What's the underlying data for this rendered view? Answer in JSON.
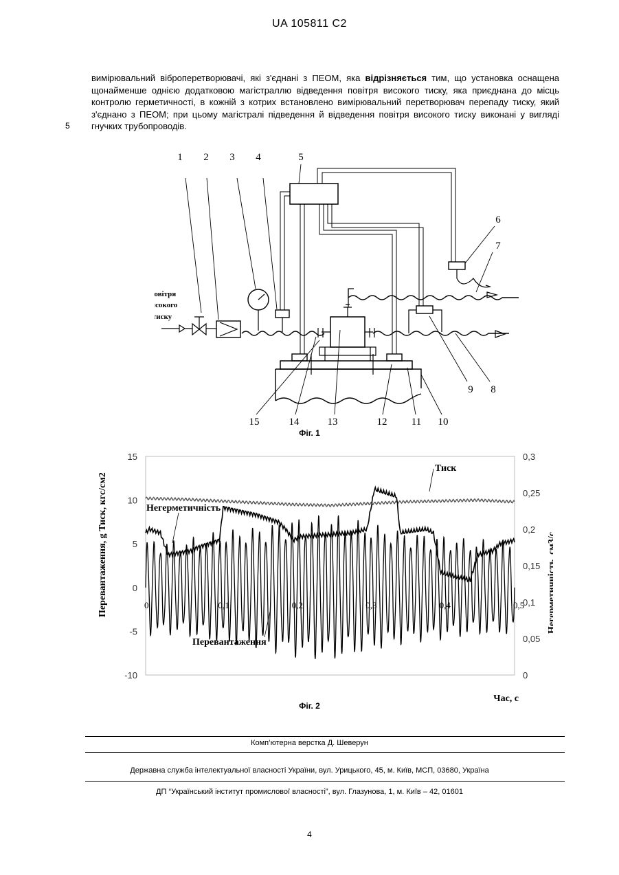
{
  "header": {
    "doc_id": "UA   105811   C2"
  },
  "body": {
    "line_number": "5",
    "para_before": "вимірювальний віброперетворювачі, які з'єднані з ПЕОМ, яка ",
    "para_bold": "відрізняється",
    "para_after": " тим, що установка оснащена щонайменше однією додатковою магістраллю відведення повітря високого тиску, яка приєднана до місць контролю герметичності, в кожній з котрих встановлено вимірювальний перетворювач перепаду тиску, який з'єднано з ПЕОМ; при цьому магістралі підведення й відведення повітря високого тиску виконані у вигляді гнучких трубопроводів."
  },
  "figure1": {
    "caption": "Фіг. 1",
    "label_air": [
      "Повітря",
      "високого",
      "тиску"
    ],
    "part_labels": [
      "1",
      "2",
      "3",
      "4",
      "5",
      "6",
      "7",
      "8",
      "9",
      "10",
      "11",
      "12",
      "13",
      "14",
      "15"
    ]
  },
  "figure2": {
    "caption": "Фіг. 2"
  },
  "chart_data": {
    "type": "line",
    "title": "",
    "xlabel": "Час, с",
    "ylabel_left": "Перевантаження, g Тиск, кгс/см2",
    "ylabel_right": "Негерметичність, см3/с",
    "xlim": [
      0,
      0.5
    ],
    "ylim_left": [
      -10,
      15
    ],
    "ylim_right": [
      0,
      0.3
    ],
    "x_ticks": [
      "0",
      "0,1",
      "0,2",
      "0,3",
      "0,4",
      "0,5"
    ],
    "y_left_ticks": [
      "15",
      "10",
      "5",
      "0",
      "-5",
      "-10"
    ],
    "y_right_ticks": [
      "0,3",
      "0,25",
      "0,2",
      "0,15",
      "0,1",
      "0,05",
      "0"
    ],
    "series": [
      {
        "name": "Тиск",
        "axis": "left",
        "x": [
          0,
          0.05,
          0.1,
          0.15,
          0.2,
          0.25,
          0.3,
          0.35,
          0.4,
          0.45,
          0.5
        ],
        "values": [
          10.2,
          10.1,
          9.9,
          9.7,
          9.5,
          9.4,
          9.6,
          9.8,
          9.9,
          10.0,
          9.8
        ]
      },
      {
        "name": "Негерметичність",
        "axis": "right",
        "x": [
          0,
          0.005,
          0.02,
          0.03,
          0.06,
          0.07,
          0.1,
          0.105,
          0.15,
          0.18,
          0.19,
          0.2,
          0.21,
          0.28,
          0.3,
          0.31,
          0.34,
          0.345,
          0.38,
          0.39,
          0.4,
          0.42,
          0.44,
          0.45,
          0.47,
          0.48,
          0.5
        ],
        "values": [
          0.195,
          0.2,
          0.195,
          0.165,
          0.17,
          0.175,
          0.185,
          0.23,
          0.22,
          0.21,
          0.2,
          0.185,
          0.19,
          0.195,
          0.2,
          0.255,
          0.245,
          0.195,
          0.2,
          0.195,
          0.14,
          0.135,
          0.13,
          0.165,
          0.17,
          0.18,
          0.185
        ]
      },
      {
        "name": "Перевантаження",
        "axis": "left",
        "style": "oscillation",
        "x": [
          0,
          0.05,
          0.1,
          0.15,
          0.2,
          0.25,
          0.3,
          0.35,
          0.4,
          0.45,
          0.5
        ],
        "amplitude": [
          5.5,
          5.5,
          6.5,
          7,
          8,
          8.5,
          7.5,
          6.5,
          6,
          5.5,
          5.5
        ],
        "periods_count": 56
      }
    ],
    "annotations": [
      "Тиск",
      "Негерметичність",
      "Перевантаження"
    ],
    "colors": {
      "ink": "#000000",
      "pressure": "#555555"
    },
    "grid": false,
    "legend": "none"
  },
  "footer": {
    "layout_credit": "Комп’ютерна верстка Д. Шеверун",
    "agency": "Державна служба інтелектуальної власності України, вул. Урицького, 45, м. Київ, МСП, 03680, Україна",
    "institute": "ДП “Український інститут промислової власності”, вул. Глазунова, 1, м. Київ – 42, 01601",
    "page_number": "4"
  }
}
